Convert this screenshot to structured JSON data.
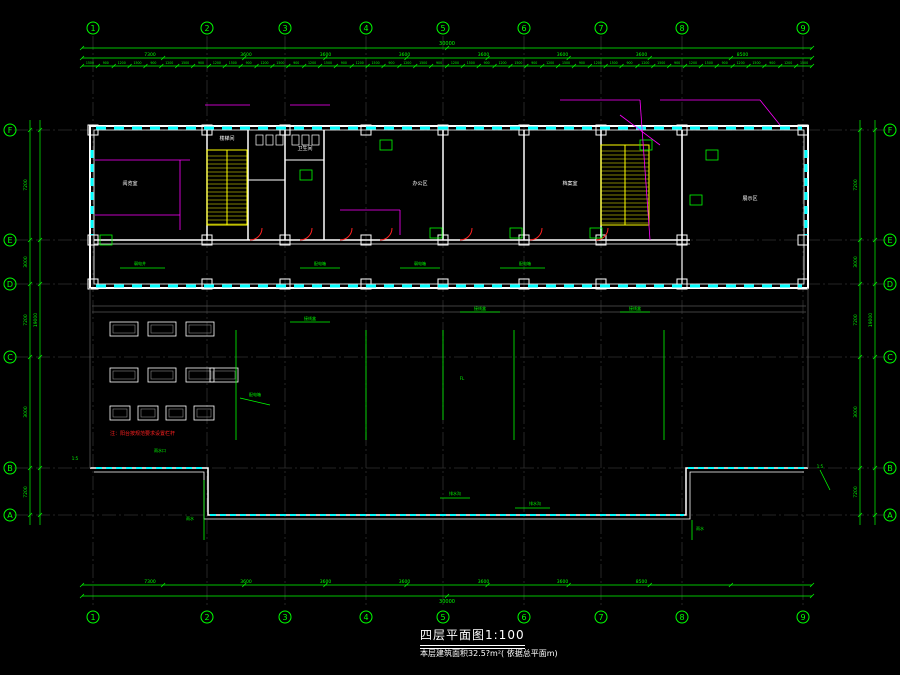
{
  "drawing": {
    "title": "四层平面图1:100",
    "subtitle": "本层建筑面积32.5?m²( 依据总平面m)",
    "background": "#000000",
    "colors": {
      "wall": "#ffffff",
      "axis": "#00ff00",
      "dimension": "#00ff00",
      "window": "#00ffff",
      "tag": "#ff00ff",
      "note": "#ff2020",
      "stair": "#ffff00",
      "grid_line": "#303030"
    },
    "grid_columns": [
      "1",
      "2",
      "3",
      "4",
      "5",
      "6",
      "7",
      "8",
      "9"
    ],
    "grid_rows": [
      "F",
      "E",
      "D",
      "C",
      "B",
      "A"
    ],
    "top_spacing_labels": [
      "7300",
      "3600",
      "3600",
      "3600",
      "3600",
      "3600",
      "3600",
      "8500"
    ],
    "bottom_spacing_labels": [
      "7300",
      "3600",
      "3600",
      "3600",
      "3600",
      "3600",
      "8500"
    ],
    "overall_length": "30000",
    "side_spacing_labels": [
      "7200",
      "3000",
      "7200",
      "3000"
    ],
    "side_total": "19000",
    "room_labels": [
      "阅览室",
      "办公区",
      "档案室",
      "展示区",
      "楼梯间",
      "卫生间"
    ],
    "red_note": "注：阳台按规范要求设置栏杆"
  }
}
